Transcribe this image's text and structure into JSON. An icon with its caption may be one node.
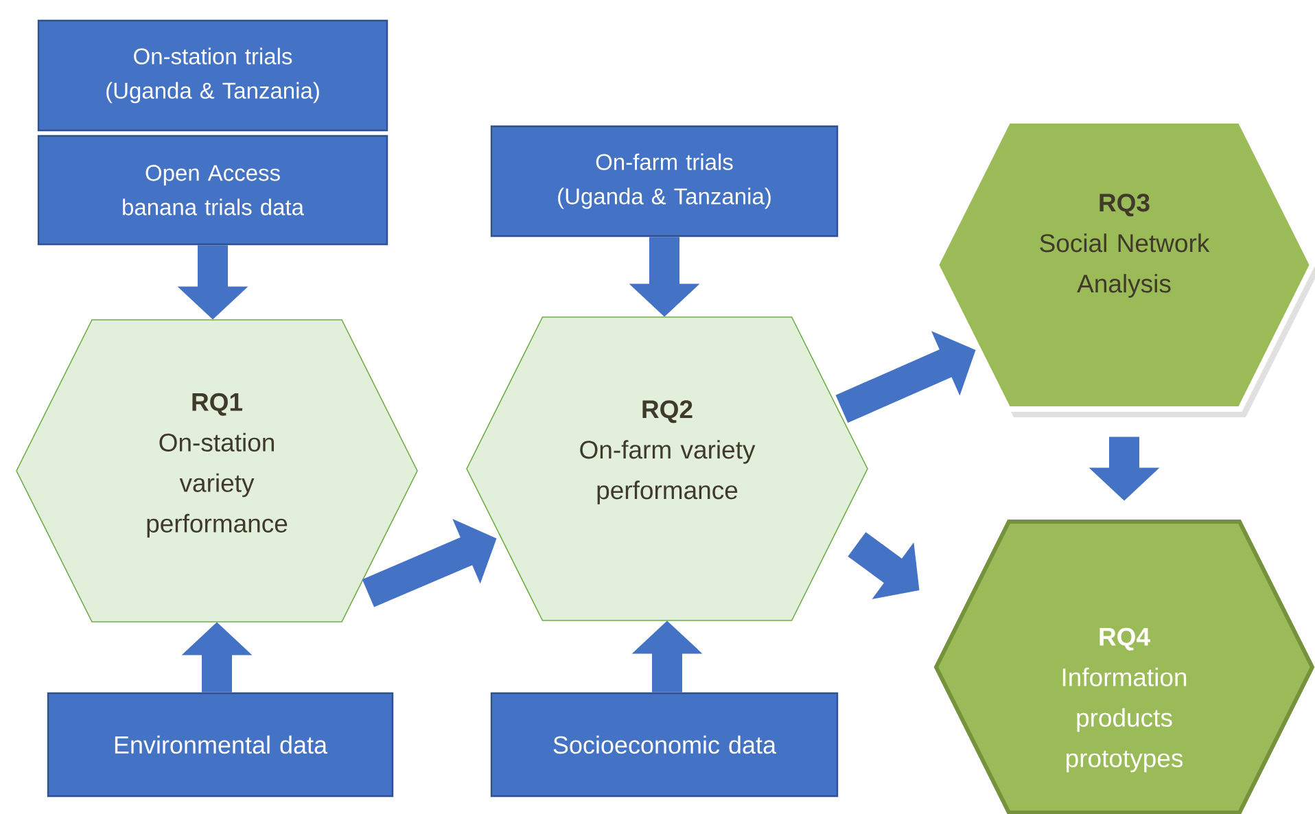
{
  "diagram": {
    "nodes": [
      {
        "text": [
          "On-station trials (Uganda & Tanzania)"
        ]
      },
      {
        "text": [
          "Open Access banana trials data"
        ]
      },
      {
        "text": [
          "RQ1",
          "On-station variety performance"
        ]
      },
      {
        "text": [
          "Environmental data"
        ]
      },
      {
        "text": [
          "On-farm trials (Uganda & Tanzania)"
        ]
      },
      {
        "text": [
          "RQ2",
          "On-farm variety performance"
        ]
      },
      {
        "text": [
          "Socioeconomic data"
        ]
      },
      {
        "text": [
          "RQ3",
          "Social Network Analysis"
        ]
      },
      {
        "text": [
          "RQ4",
          "Information products prototypes"
        ]
      }
    ],
    "edges": [
      {
        "from": 1,
        "to": 2,
        "arrow": "to"
      },
      {
        "from": 3,
        "to": 2,
        "arrow": "to"
      },
      {
        "from": 2,
        "to": 5,
        "arrow": "to"
      },
      {
        "from": 4,
        "to": 5,
        "arrow": "to"
      },
      {
        "from": 6,
        "to": 5,
        "arrow": "to"
      },
      {
        "from": 5,
        "to": 7,
        "arrow": "to"
      },
      {
        "from": 5,
        "to": 8,
        "arrow": "to"
      },
      {
        "from": 7,
        "to": 8,
        "arrow": "to"
      }
    ]
  }
}
